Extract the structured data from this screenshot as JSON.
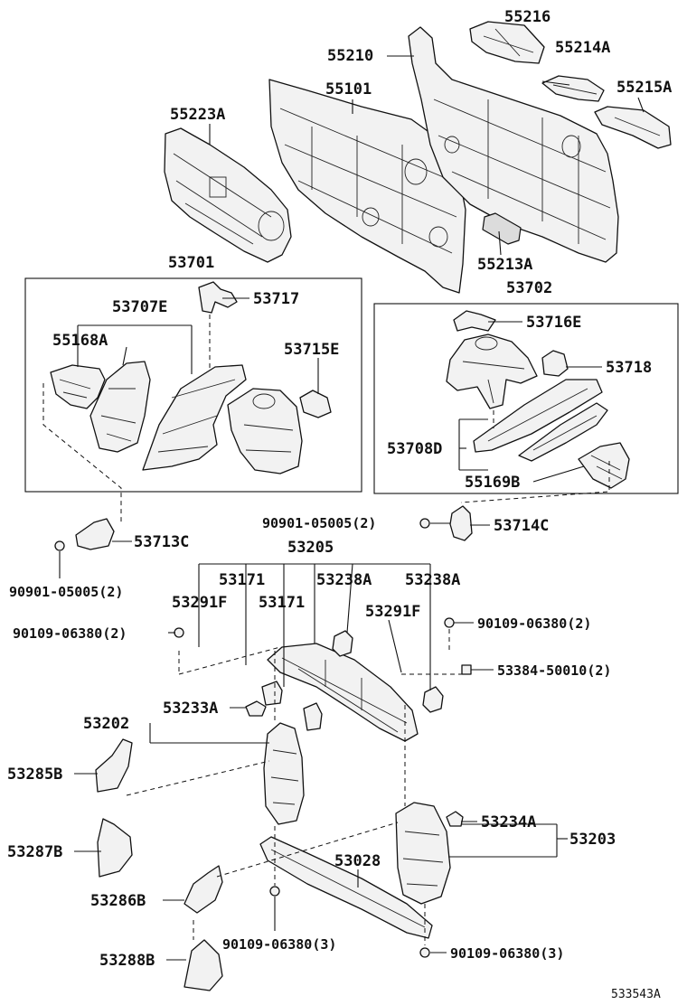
{
  "diagram": {
    "labels": {
      "p55216": "55216",
      "p55210": "55210",
      "p55214A": "55214A",
      "p55101": "55101",
      "p55215A": "55215A",
      "p55223A": "55223A",
      "p55213A": "55213A",
      "p53701": "53701",
      "p53702": "53702",
      "p53717": "53717",
      "p53707E": "53707E",
      "p55168A": "55168A",
      "p53715E": "53715E",
      "p53716E": "53716E",
      "p53718": "53718",
      "p53708D": "53708D",
      "p55169B": "55169B",
      "p53714C": "53714C",
      "p90901_05005_2_right": "90901-05005(2)",
      "p53713C": "53713C",
      "p90901_05005_2_left": "90901-05005(2)",
      "p53205": "53205",
      "p53171_a": "53171",
      "p53238A_a": "53238A",
      "p53238A_b": "53238A",
      "p53291F_left": "53291F",
      "p53171_b": "53171",
      "p53291F_right": "53291F",
      "p90109_06380_2_left": "90109-06380(2)",
      "p90109_06380_2_right": "90109-06380(2)",
      "p53384_50010_2": "53384-50010(2)",
      "p53233A": "53233A",
      "p53202": "53202",
      "p53285B": "53285B",
      "p53234A": "53234A",
      "p53203": "53203",
      "p53287B": "53287B",
      "p53028": "53028",
      "p53286B": "53286B",
      "p90109_06380_3_center": "90109-06380(3)",
      "p90109_06380_3_right": "90109-06380(3)",
      "p53288B": "53288B",
      "catalog_code": "533543A"
    }
  }
}
